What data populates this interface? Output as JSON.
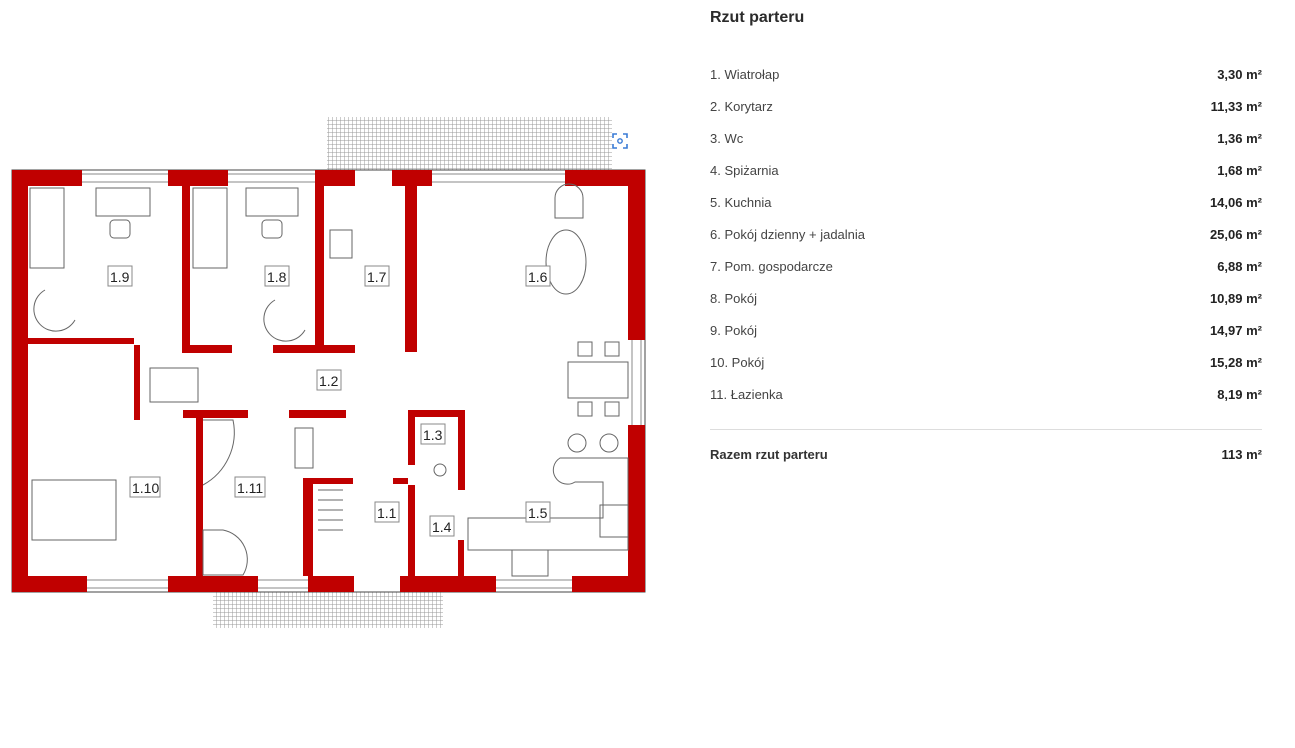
{
  "panel": {
    "title": "Rzut parteru",
    "rooms": [
      {
        "name": "1. Wiatrołap",
        "area": "3,30 m²"
      },
      {
        "name": "2. Korytarz",
        "area": "11,33 m²"
      },
      {
        "name": "3. Wc",
        "area": "1,36 m²"
      },
      {
        "name": "4. Spiżarnia",
        "area": "1,68 m²"
      },
      {
        "name": "5. Kuchnia",
        "area": "14,06 m²"
      },
      {
        "name": "6. Pokój dzienny + jadalnia",
        "area": "25,06 m²"
      },
      {
        "name": "7. Pom. gospodarcze",
        "area": "6,88 m²"
      },
      {
        "name": "8. Pokój",
        "area": "10,89 m²"
      },
      {
        "name": "9. Pokój",
        "area": "14,97 m²"
      },
      {
        "name": "10. Pokój",
        "area": "15,28 m²"
      },
      {
        "name": "11. Łazienka",
        "area": "8,19 m²"
      }
    ],
    "total": {
      "name": "Razem rzut parteru",
      "area": "113 m²"
    }
  },
  "plan": {
    "labels": {
      "r1_1": "1.1",
      "r1_2": "1.2",
      "r1_3": "1.3",
      "r1_4": "1.4",
      "r1_5": "1.5",
      "r1_6": "1.6",
      "r1_7": "1.7",
      "r1_8": "1.8",
      "r1_9": "1.9",
      "r1_10": "1.10",
      "r1_11": "1.11"
    },
    "wall_color": "#c00000",
    "zoom_icon": "fullscreen-scan-icon"
  }
}
